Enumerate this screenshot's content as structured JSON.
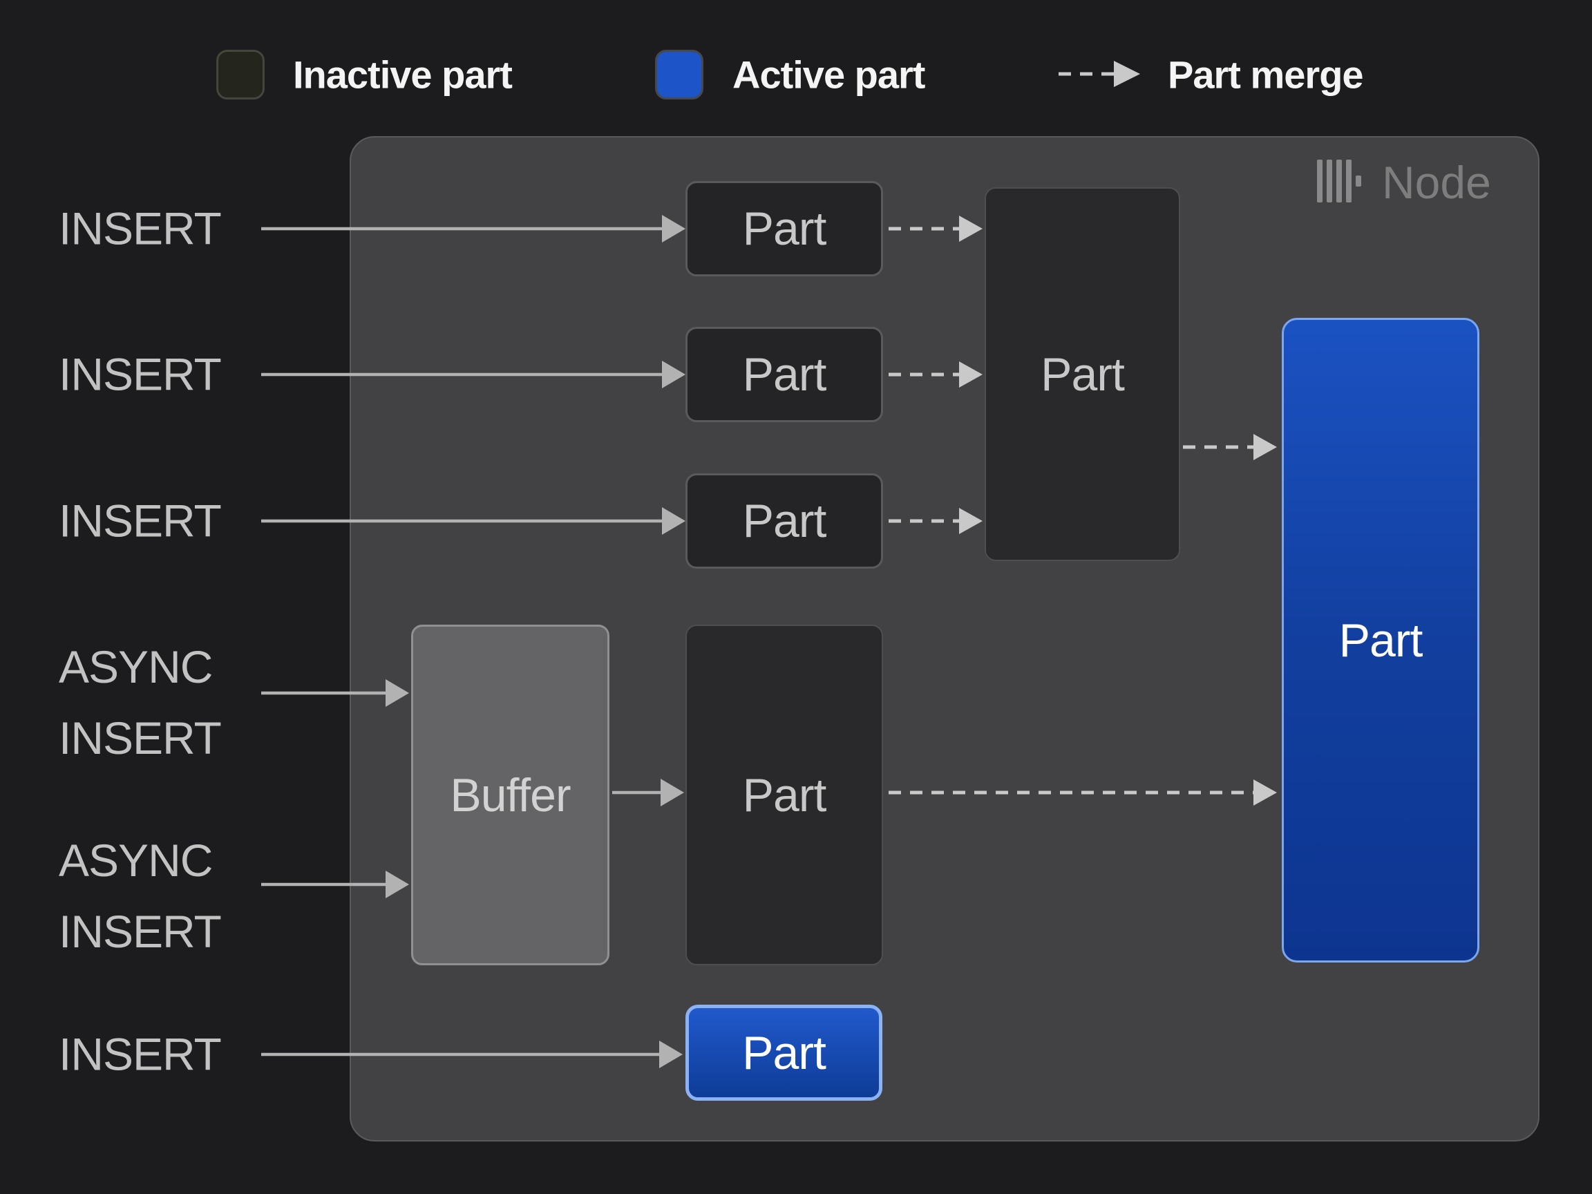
{
  "legend": {
    "inactive": {
      "label": "Inactive part",
      "swatch_color": "#24261e"
    },
    "active": {
      "label": "Active part",
      "swatch_color": "#1d54c8"
    },
    "merge": {
      "label": "Part merge",
      "icon": "dashed-arrow-icon"
    }
  },
  "node": {
    "title": "Node",
    "logo_icon": "clickhouse-bars-icon"
  },
  "inputs": {
    "insert_1": "INSERT",
    "insert_2": "INSERT",
    "insert_3": "INSERT",
    "async_1": {
      "line1": "ASYNC",
      "line2": "INSERT"
    },
    "async_2": {
      "line1": "ASYNC",
      "line2": "INSERT"
    },
    "insert_4": "INSERT"
  },
  "boxes": {
    "part_1": "Part",
    "part_2": "Part",
    "part_3": "Part",
    "merged_part": "Part",
    "buffer": "Buffer",
    "buffered_part": "Part",
    "active_part_large": "Part",
    "active_part_small": "Part"
  },
  "colors": {
    "background": "#1c1c1e",
    "node_fill": "#424244",
    "inactive_part_fill": "#242426",
    "active_part_blue": "#1d54c8",
    "buffer_fill": "#646466",
    "solid_arrow": "#b2b2b2",
    "dashed_arrow": "#c9c9c9"
  }
}
